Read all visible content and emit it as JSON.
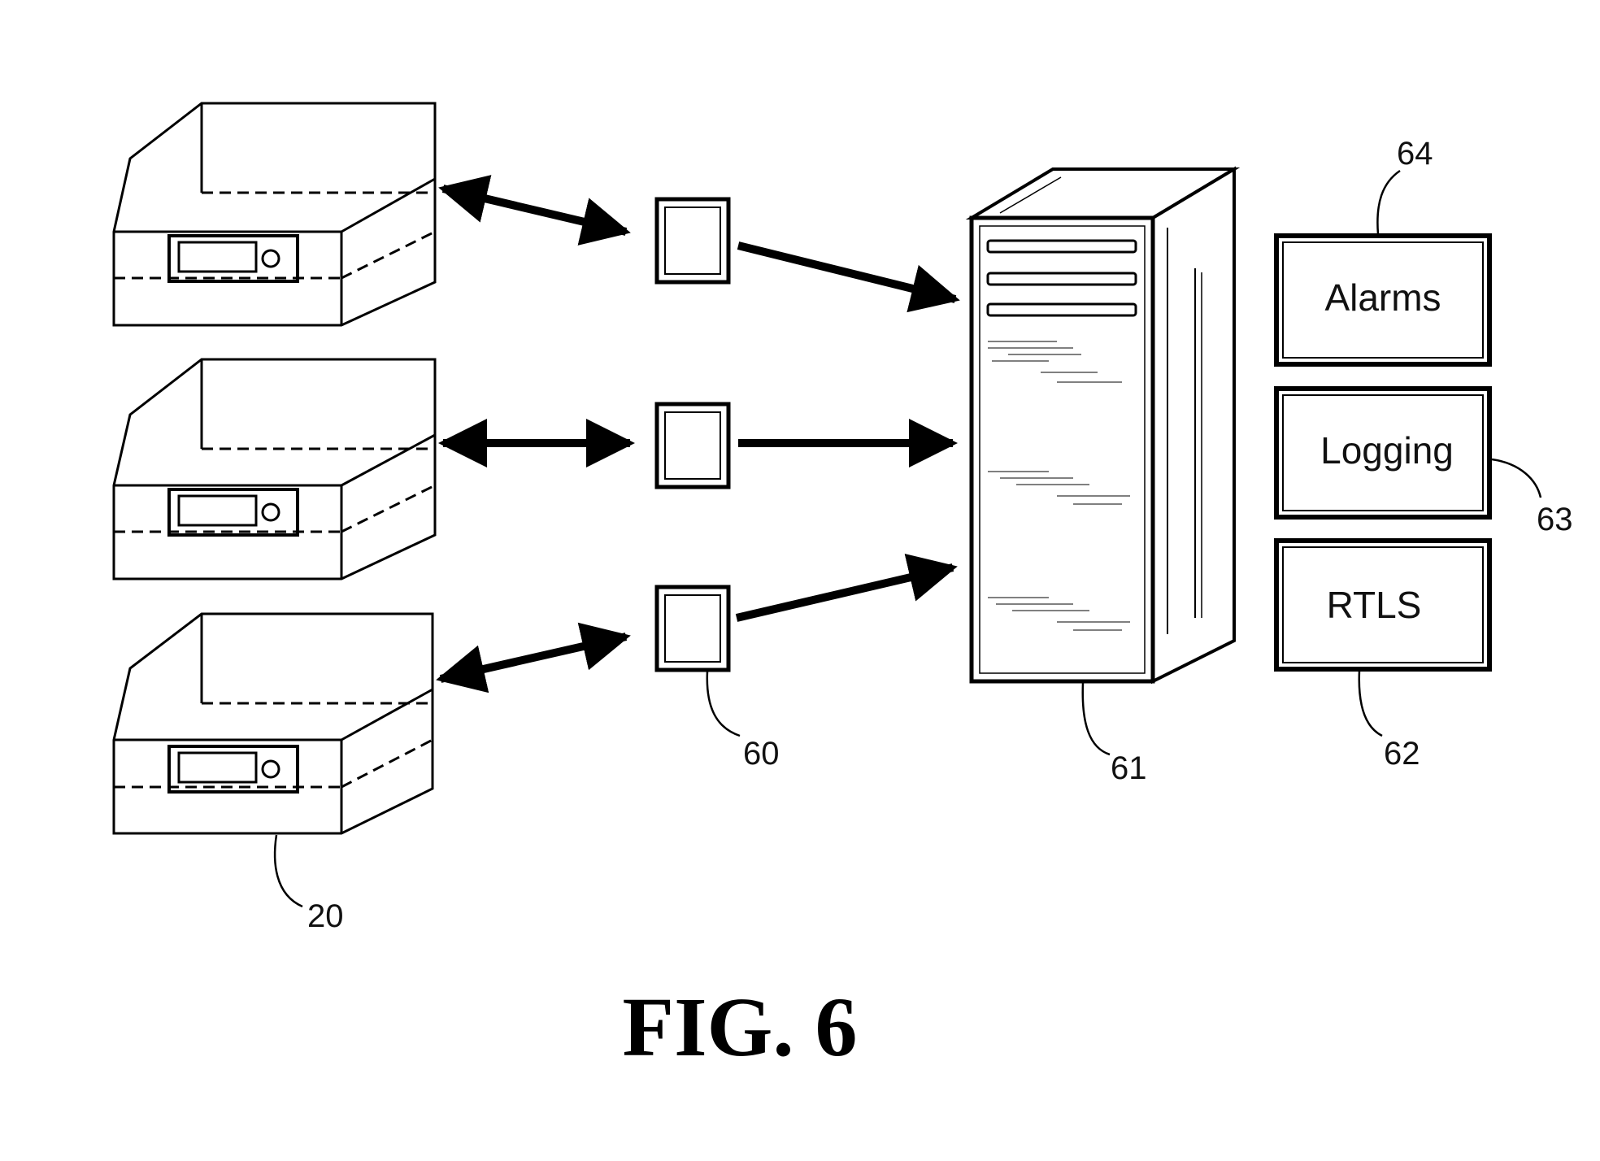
{
  "figure": {
    "caption": "FIG. 6",
    "reference_numerals": {
      "bin": "20",
      "reader": "60",
      "server": "61",
      "rtls": "62",
      "logging": "63",
      "alarms": "64"
    },
    "modules": {
      "alarms": "Alarms",
      "logging": "Logging",
      "rtls": "RTLS"
    }
  }
}
